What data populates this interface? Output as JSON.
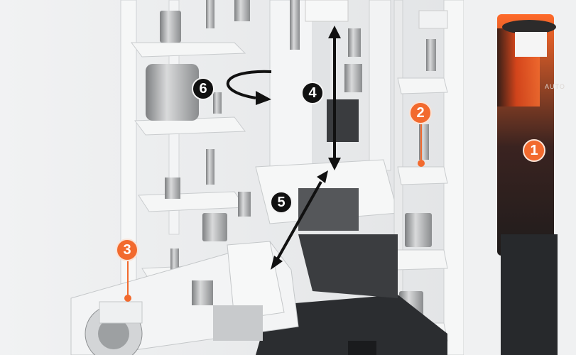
{
  "markers": [
    {
      "id": "1",
      "style": "orange"
    },
    {
      "id": "2",
      "style": "orange"
    },
    {
      "id": "3",
      "style": "orange"
    },
    {
      "id": "4",
      "style": "black"
    },
    {
      "id": "5",
      "style": "black"
    },
    {
      "id": "6",
      "style": "black"
    }
  ],
  "tower_label": "AUTO",
  "colors": {
    "accent": "#f26a2e",
    "marker_dark": "#111111",
    "machine_white": "#f3f4f5",
    "machine_dark": "#2b2d30"
  }
}
